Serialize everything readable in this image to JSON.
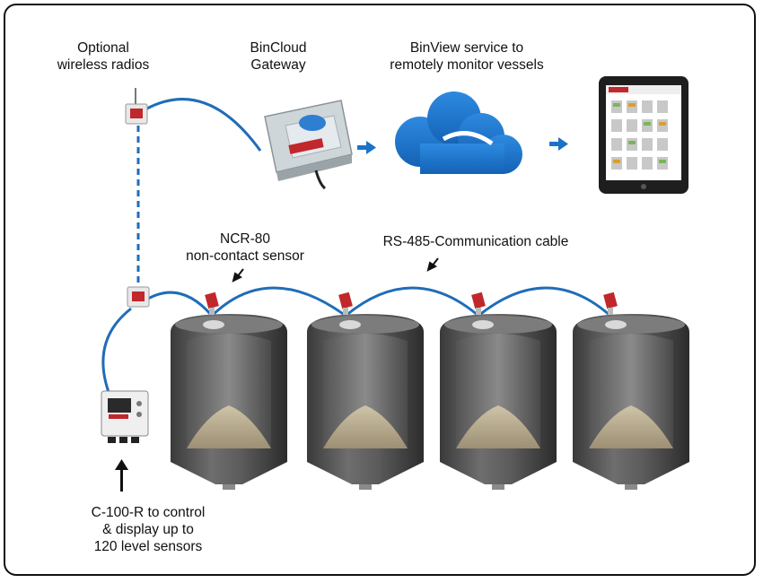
{
  "labels": {
    "radios": [
      "Optional",
      "wireless radios"
    ],
    "gateway": [
      "BinCloud",
      "Gateway"
    ],
    "binview": [
      "BinView service to",
      "remotely monitor vessels"
    ],
    "sensor": [
      "NCR-80",
      "non-contact sensor"
    ],
    "cable": [
      "RS-485-Communication cable"
    ],
    "controller": [
      "C-100-R to control",
      "& display up to",
      "120 level sensors"
    ]
  },
  "colors": {
    "cable": "#1f6db8",
    "cloud": "#1a73c8",
    "arrow": "#1a73c8",
    "silo_body": "#5a5a5a",
    "material": "#b9ab8e",
    "sensor": "#c0282b"
  },
  "icons": [
    "cloud-icon",
    "tablet-icon",
    "gateway-box",
    "silo",
    "radio-unit",
    "controller-unit"
  ]
}
